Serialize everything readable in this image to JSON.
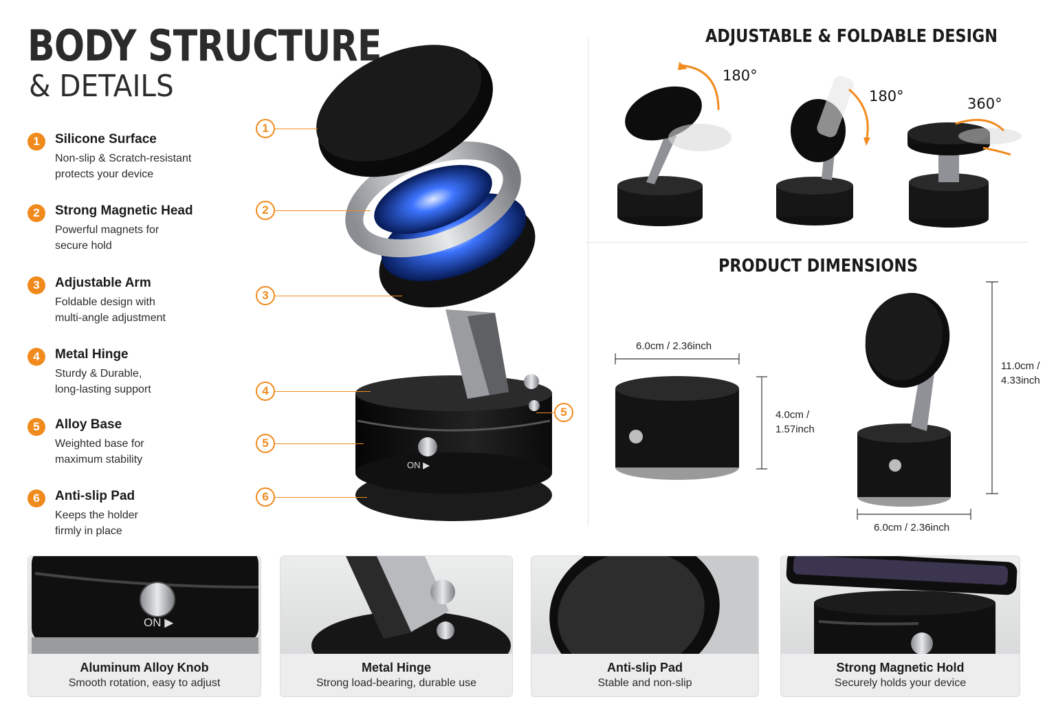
{
  "header": {
    "title": "BODY STRUCTURE",
    "subtitle": "& DETAILS"
  },
  "features": [
    {
      "num": "1",
      "title": "Silicone Surface",
      "line1": "Non-slip & Scratch-resistant",
      "line2": "protects your device"
    },
    {
      "num": "2",
      "title": "Strong Magnetic Head",
      "line1": "Powerful magnets for",
      "line2": "secure hold"
    },
    {
      "num": "3",
      "title": "Adjustable Arm",
      "line1": "Foldable design with",
      "line2": "multi-angle adjustment"
    },
    {
      "num": "4",
      "title": "Metal Hinge",
      "line1": "Sturdy & Durable,",
      "line2": "long-lasting support"
    },
    {
      "num": "5",
      "title": "Alloy Base",
      "line1": "Weighted base for",
      "line2": "maximum stability"
    },
    {
      "num": "6",
      "title": "Anti-slip Pad",
      "line1": "Keeps the holder",
      "line2": "firmly in place"
    }
  ],
  "callouts": [
    "1",
    "2",
    "3",
    "4",
    "5",
    "6",
    "5"
  ],
  "product_label": "ON ▶",
  "adjustable": {
    "title": "ADJUSTABLE & FOLDABLE DESIGN",
    "angles": [
      "180°",
      "180°",
      "360°"
    ]
  },
  "dimensions": {
    "title": "PRODUCT DIMENSIONS",
    "base_width": "6.0cm / 2.36inch",
    "base_height_a": "4.0cm /",
    "base_height_b": "1.57inch",
    "total_height_a": "11.0cm /",
    "total_height_b": "4.33inch",
    "full_width": "6.0cm / 2.36inch"
  },
  "cards": [
    {
      "title": "Aluminum Alloy Knob",
      "desc": "Smooth rotation, easy to adjust",
      "label": "ON ▶"
    },
    {
      "title": "Metal Hinge",
      "desc": "Strong load-bearing, durable use"
    },
    {
      "title": "Anti-slip Pad",
      "desc": "Stable and non-slip"
    },
    {
      "title": "Strong Magnetic Hold",
      "desc": "Securely holds your device"
    }
  ],
  "colors": {
    "accent": "#f08a1c",
    "product": "#111111",
    "magnet_glow": "#2f6bff"
  }
}
